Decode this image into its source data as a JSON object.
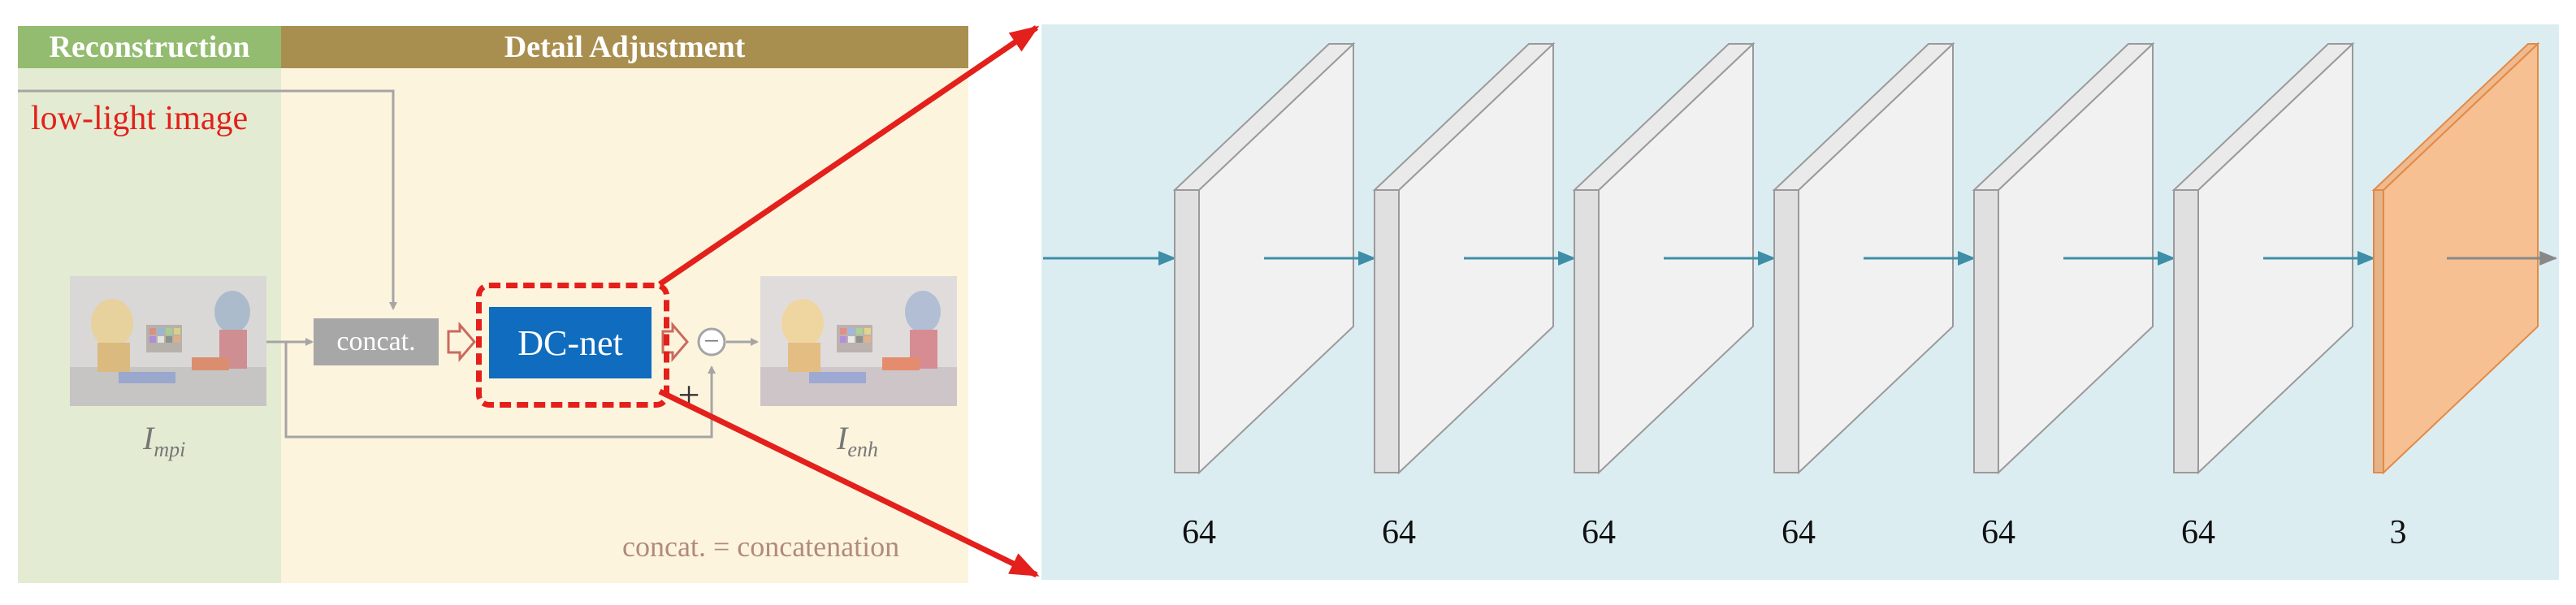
{
  "sections": {
    "reconstruction": "Reconstruction",
    "detail_adjustment": "Detail Adjustment"
  },
  "input_label": "low-light image",
  "blocks": {
    "concat": "concat.",
    "dcnet": "DC-net"
  },
  "operators": {
    "subtract": "−",
    "plus": "+"
  },
  "images": {
    "input": {
      "symbol": "I",
      "subscript": "mpi"
    },
    "output": {
      "symbol": "I",
      "subscript": "enh"
    }
  },
  "footnote": "concat. = concatenation",
  "network": {
    "layers": [
      {
        "channels": "64",
        "color": "#f1f1f1"
      },
      {
        "channels": "64",
        "color": "#f1f1f1"
      },
      {
        "channels": "64",
        "color": "#f1f1f1"
      },
      {
        "channels": "64",
        "color": "#f1f1f1"
      },
      {
        "channels": "64",
        "color": "#f1f1f1"
      },
      {
        "channels": "64",
        "color": "#f1f1f1"
      },
      {
        "channels": "3",
        "color": "#f6c093"
      }
    ]
  },
  "colors": {
    "reconstruction_bg": "#e3ecd2",
    "reconstruction_bar": "#93bc70",
    "detail_bg": "#fdf4de",
    "detail_bar": "#a98f4f",
    "dcnet_fill": "#0f6cbf",
    "highlight_red": "#e3201b",
    "network_bg": "#dcedf2",
    "network_arrow": "#3f8ea8"
  }
}
